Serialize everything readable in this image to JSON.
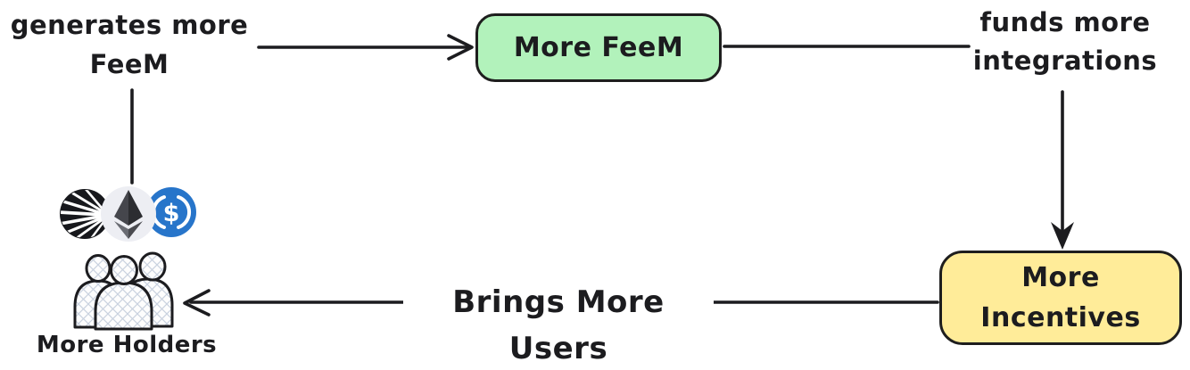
{
  "diagram": {
    "title": "FeeM flywheel diagram",
    "nodes": {
      "more_feem": {
        "label": "More FeeM",
        "fill": "#b2f2bb",
        "shape": "rounded-rectangle"
      },
      "more_incentives": {
        "label": "More Incentives",
        "fill": "#ffec99",
        "shape": "rounded-rectangle"
      }
    },
    "edge_labels": {
      "generates": "generates more FeeM",
      "funds": "funds more integrations",
      "brings": "Brings More Users",
      "holders": "More Holders"
    },
    "edges": [
      {
        "from": "generates-more-feem-label",
        "to": "more_feem",
        "arrowhead": "end"
      },
      {
        "from": "more_feem",
        "to": "funds-more-integrations-label",
        "arrowhead": "none"
      },
      {
        "from": "funds-more-integrations-label",
        "to": "more_incentives",
        "arrowhead": "end"
      },
      {
        "from": "more_incentives",
        "to": "more-holders-group",
        "arrowhead": "end",
        "label": "Brings More Users"
      },
      {
        "from": "feem-label",
        "to": "coin-icons",
        "arrowhead": "none"
      }
    ],
    "icons": [
      {
        "name": "sonic-coin-icon"
      },
      {
        "name": "ethereum-coin-icon"
      },
      {
        "name": "usdc-coin-icon"
      },
      {
        "name": "holders-group-icon"
      }
    ]
  },
  "colors": {
    "ink": "#1c1c1f",
    "border": "#1e1e1e",
    "green": "#b2f2bb",
    "yellow": "#ffec99",
    "usdcBlue": "#2775ca",
    "ethBg": "#edeef3",
    "ethMid": "#45464c",
    "ethDark": "#2c2d31",
    "ethLightL": "#6a6c73",
    "ethLightR": "#4a4b50",
    "sonicBlack": "#17181c",
    "hatch": "#c9d2df"
  }
}
